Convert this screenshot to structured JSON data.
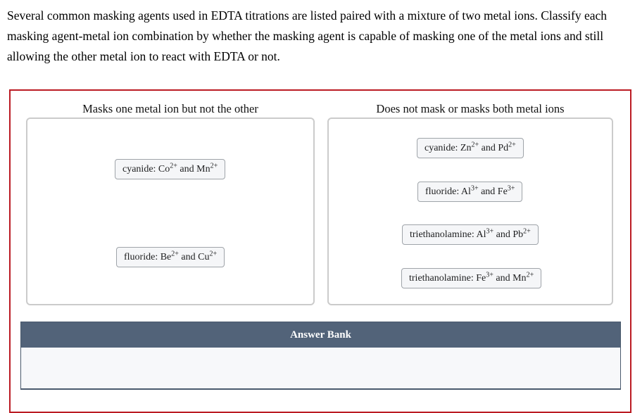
{
  "question": {
    "text": "Several common masking agents used in EDTA titrations are listed paired with a mixture of two metal ions. Classify each masking agent-metal ion combination by whether the masking agent is capable of masking one of the metal ions and still allowing the other metal ion to react with EDTA or not."
  },
  "bins": [
    {
      "title": "Masks one metal ion but not the other",
      "items": [
        {
          "label": "cyanide: Co²⁺ and Mn²⁺",
          "segments": [
            [
              "t",
              "cyanide: Co"
            ],
            [
              "s",
              "2+"
            ],
            [
              "t",
              " and Mn"
            ],
            [
              "s",
              "2+"
            ]
          ]
        },
        {
          "label": "fluoride: Be²⁺ and Cu²⁺",
          "segments": [
            [
              "t",
              "fluoride: Be"
            ],
            [
              "s",
              "2+"
            ],
            [
              "t",
              " and Cu"
            ],
            [
              "s",
              "2+"
            ]
          ]
        }
      ]
    },
    {
      "title": "Does not mask or masks both metal ions",
      "items": [
        {
          "label": "cyanide: Zn²⁺ and Pd²⁺",
          "segments": [
            [
              "t",
              "cyanide: Zn"
            ],
            [
              "s",
              "2+"
            ],
            [
              "t",
              " and Pd"
            ],
            [
              "s",
              "2+"
            ]
          ]
        },
        {
          "label": "fluoride: Al³⁺ and Fe³⁺",
          "segments": [
            [
              "t",
              "fluoride: Al"
            ],
            [
              "s",
              "3+"
            ],
            [
              "t",
              " and Fe"
            ],
            [
              "s",
              "3+"
            ]
          ]
        },
        {
          "label": "triethanolamine: Al³⁺ and Pb²⁺",
          "segments": [
            [
              "t",
              "triethanolamine: Al"
            ],
            [
              "s",
              "3+"
            ],
            [
              "t",
              " and Pb"
            ],
            [
              "s",
              "2+"
            ]
          ]
        },
        {
          "label": "triethanolamine: Fe³⁺ and Mn²⁺",
          "segments": [
            [
              "t",
              "triethanolamine: Fe"
            ],
            [
              "s",
              "3+"
            ],
            [
              "t",
              " and Mn"
            ],
            [
              "s",
              "2+"
            ]
          ]
        }
      ]
    }
  ],
  "answer_bank": {
    "title": "Answer Bank",
    "items": []
  },
  "colors": {
    "frame_border": "#bb1b23",
    "bank_header_bg": "#526379",
    "bank_body_bg": "#f7f8fa",
    "zone_border": "#cbcbcb",
    "chip_bg": "#f5f6f8",
    "chip_border": "#9fa4a9"
  }
}
